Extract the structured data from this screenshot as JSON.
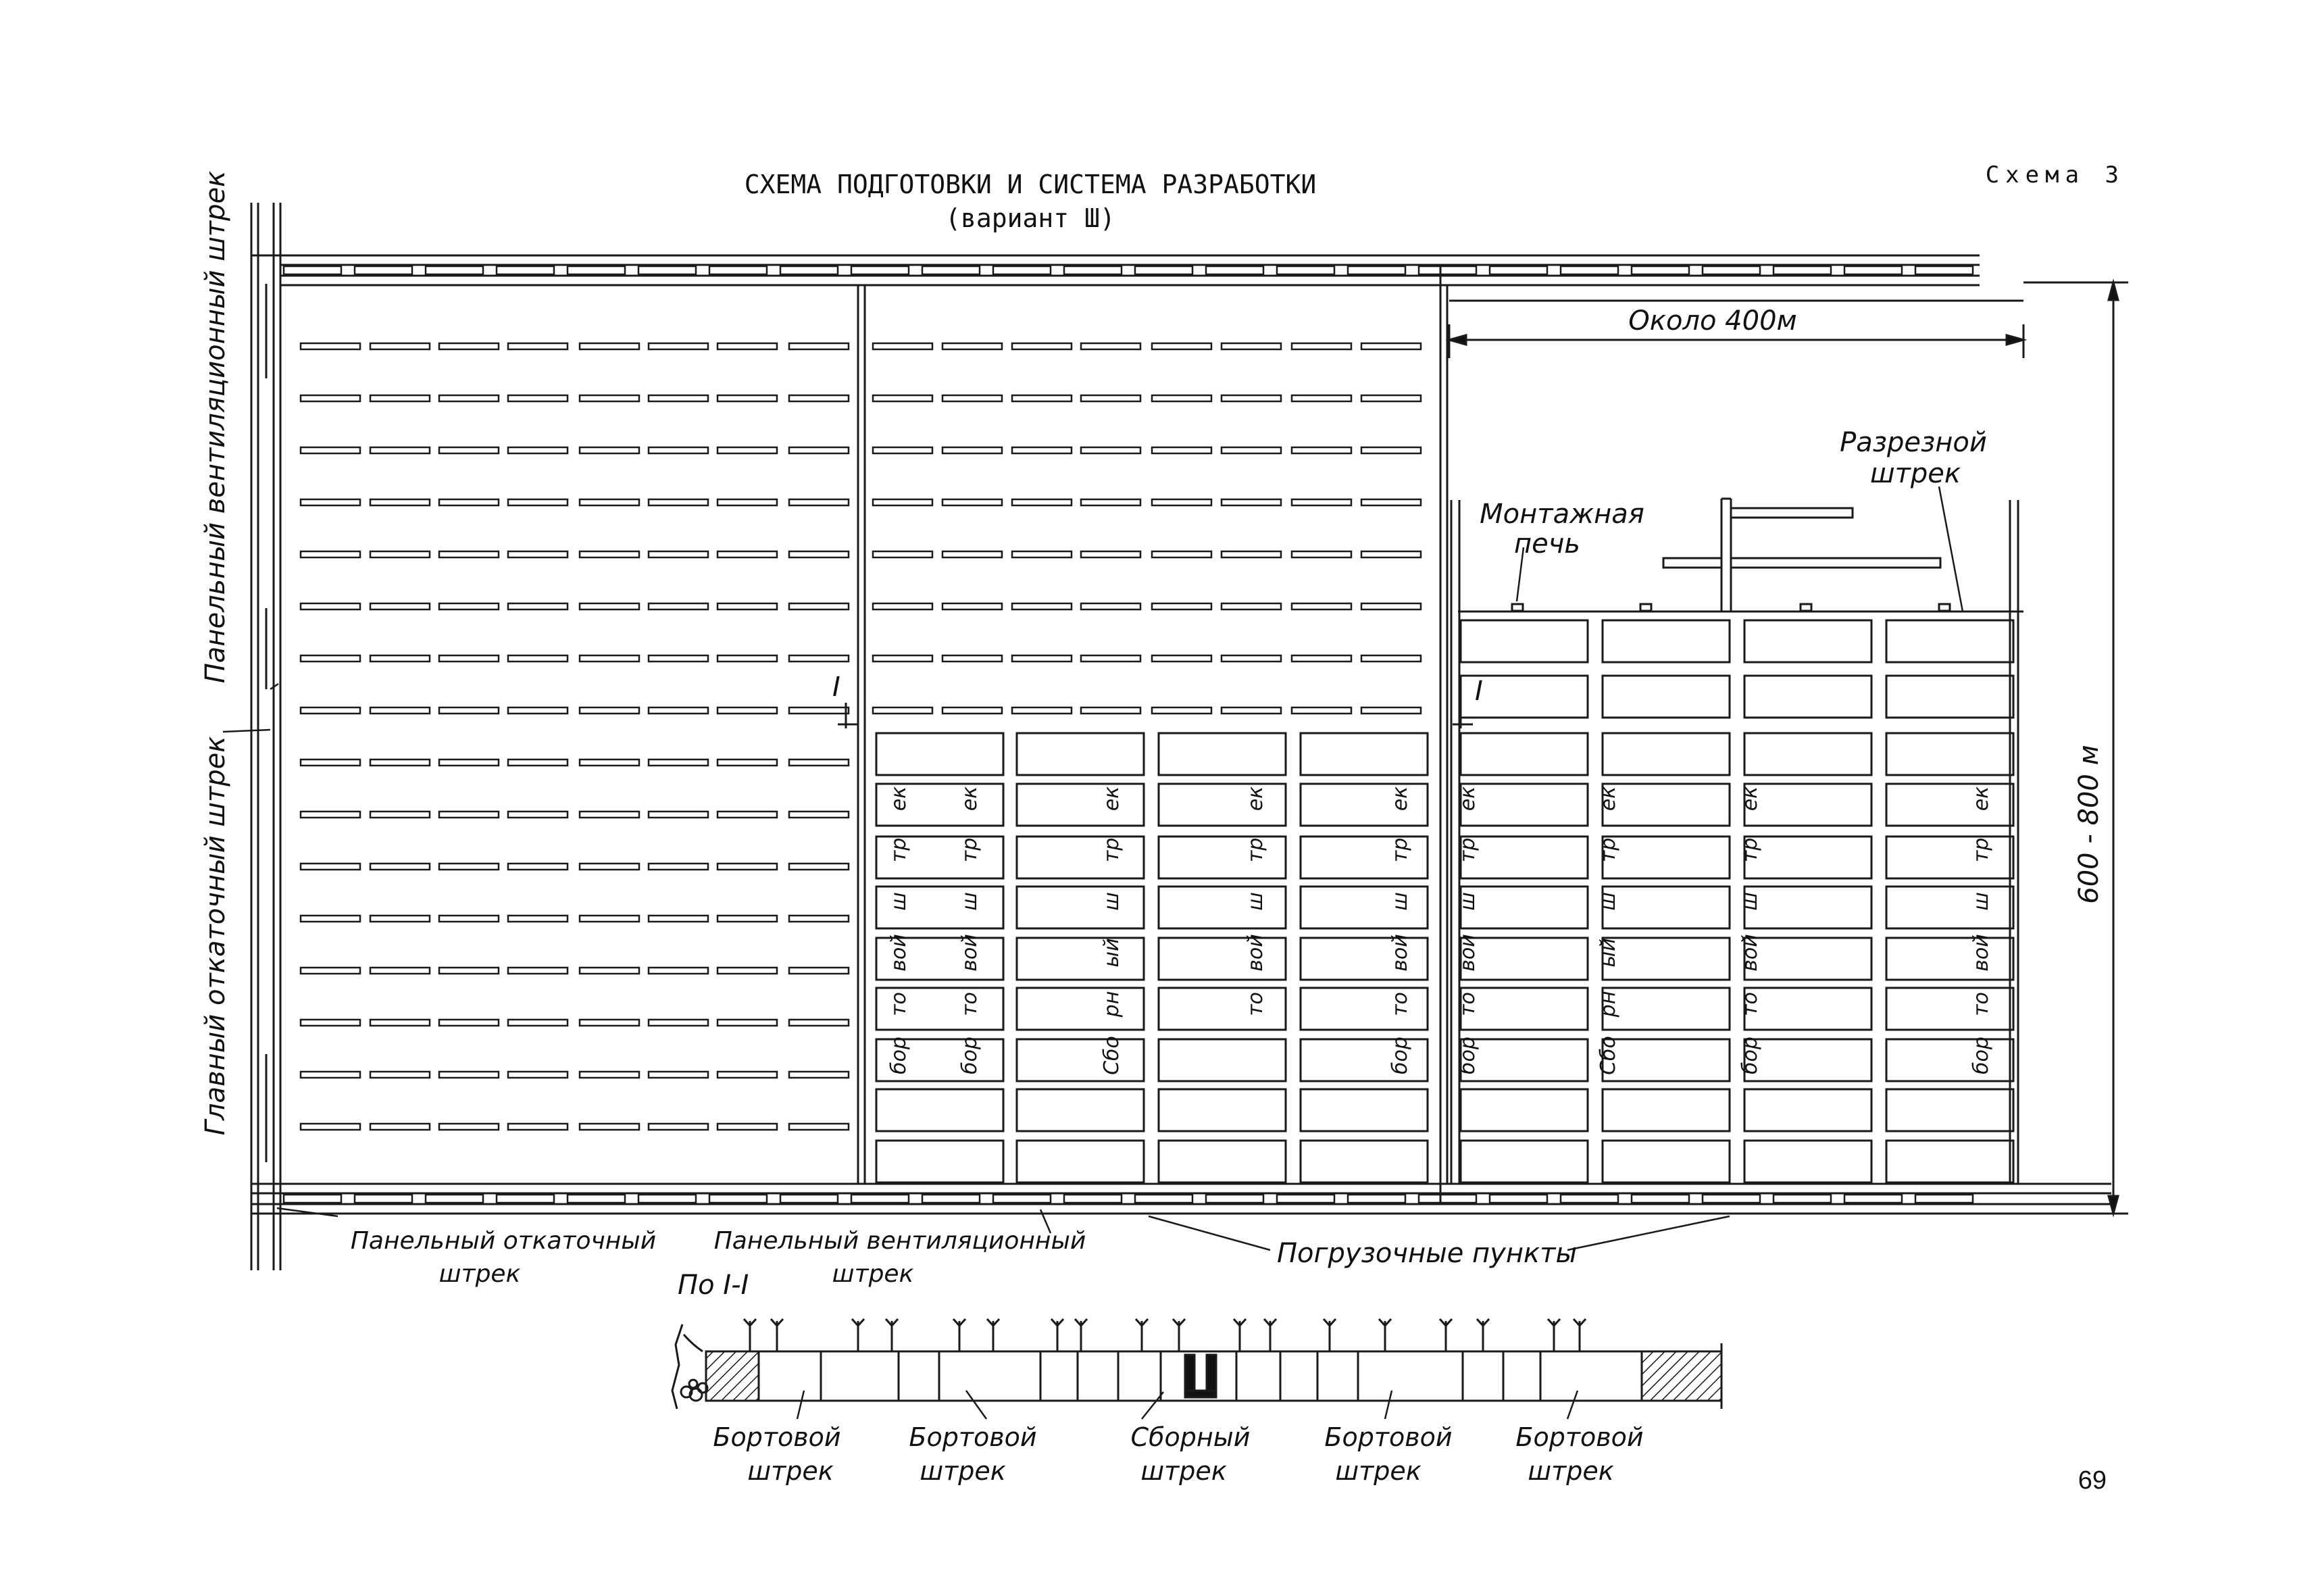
{
  "header": {
    "title_line1": "СХЕМА ПОДГОТОВКИ И СИСТЕМА РАЗРАБОТКИ",
    "title_line2": "(вариант Ш)",
    "scheme_label": "Схема 3"
  },
  "labels": {
    "vent_drift_vertical": "Панельный вентиляционный штрек",
    "main_haul_drift_vertical": "Главный откаточный штрек",
    "panel_haul_line1": "Панельный откаточный",
    "panel_haul_line2": "штрек",
    "panel_vent_line1": "Панельный вентиляционный",
    "panel_vent_line2": "штрек",
    "loading_points": "Погрузочные пункты",
    "width_dim": "Около 400м",
    "height_dim": "600 - 800 м",
    "cut_drift_line1": "Разрезной",
    "cut_drift_line2": "штрек",
    "mount_line1": "Монтажная",
    "mount_line2": "печь",
    "section_marker": "I",
    "section_title": "По I-I"
  },
  "block_words": {
    "bort": [
      "бор",
      "то",
      "вой",
      "ш",
      "тр",
      "ек"
    ],
    "sborny": [
      "Сбо",
      "рн",
      "ый",
      "ш",
      "тр",
      "ек"
    ]
  },
  "section_labels": [
    {
      "line1": "Бортовой",
      "line2": "штрек"
    },
    {
      "line1": "Бортовой",
      "line2": "штрек"
    },
    {
      "line1": "Сборный",
      "line2": "штрек"
    },
    {
      "line1": "Бортовой",
      "line2": "штрек"
    },
    {
      "line1": "Бортовой",
      "line2": "штрек"
    }
  ],
  "page_number": "69"
}
